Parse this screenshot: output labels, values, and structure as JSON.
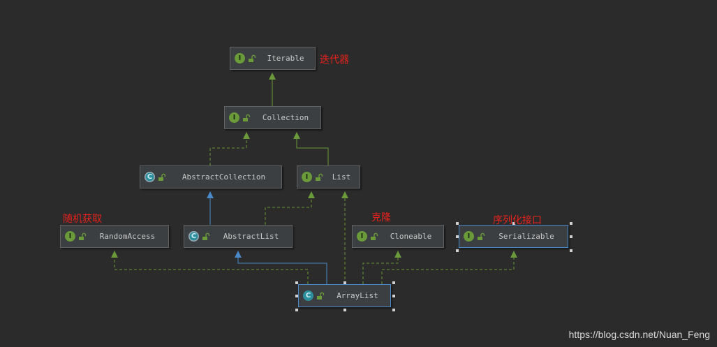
{
  "colors": {
    "background": "#2b2b2b",
    "node_fill": "#3c3f41",
    "implements_edge": "#6a9a3a",
    "extends_edge": "#4a88c7",
    "annotation": "#e8211d"
  },
  "nodes": {
    "iterable": {
      "kind": "interface",
      "badge": "I",
      "label": "Iterable"
    },
    "collection": {
      "kind": "interface",
      "badge": "I",
      "label": "Collection"
    },
    "abstract_collection": {
      "kind": "abstract-class",
      "badge": "C",
      "label": "AbstractCollection"
    },
    "list": {
      "kind": "interface",
      "badge": "I",
      "label": "List"
    },
    "random_access": {
      "kind": "interface",
      "badge": "I",
      "label": "RandomAccess"
    },
    "abstract_list": {
      "kind": "abstract-class",
      "badge": "C",
      "label": "AbstractList"
    },
    "cloneable": {
      "kind": "interface",
      "badge": "I",
      "label": "Cloneable"
    },
    "serializable": {
      "kind": "interface",
      "badge": "I",
      "label": "Serializable"
    },
    "array_list": {
      "kind": "class",
      "badge": "C",
      "label": "ArrayList"
    }
  },
  "annotations": {
    "iterable_note": "迭代器",
    "random_access_note": "随机获取",
    "cloneable_note": "克隆",
    "serializable_note": "序列化接口"
  },
  "edges": [
    {
      "from": "collection",
      "to": "iterable",
      "type": "extends-interface"
    },
    {
      "from": "abstract_collection",
      "to": "collection",
      "type": "implements"
    },
    {
      "from": "list",
      "to": "collection",
      "type": "extends-interface"
    },
    {
      "from": "abstract_list",
      "to": "abstract_collection",
      "type": "extends"
    },
    {
      "from": "abstract_list",
      "to": "list",
      "type": "implements"
    },
    {
      "from": "array_list",
      "to": "abstract_list",
      "type": "extends"
    },
    {
      "from": "array_list",
      "to": "random_access",
      "type": "implements"
    },
    {
      "from": "array_list",
      "to": "list",
      "type": "implements"
    },
    {
      "from": "array_list",
      "to": "cloneable",
      "type": "implements"
    },
    {
      "from": "array_list",
      "to": "serializable",
      "type": "implements"
    }
  ],
  "watermark": "https://blog.csdn.net/Nuan_Feng"
}
